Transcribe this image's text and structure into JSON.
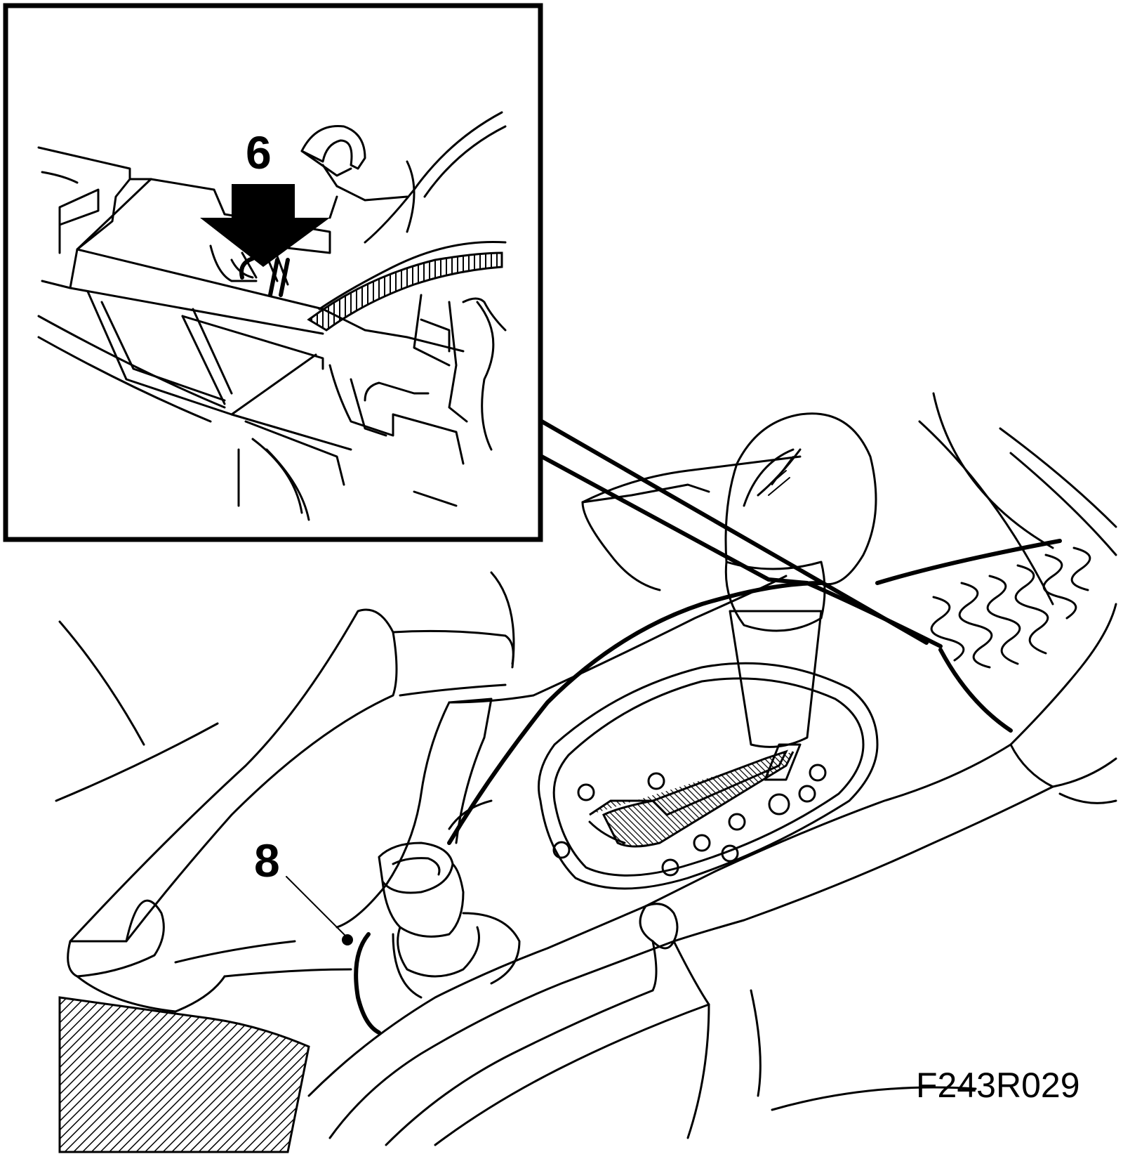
{
  "callouts": {
    "inset_label": "6",
    "main_label": "8"
  },
  "figure_code": "F243R029"
}
